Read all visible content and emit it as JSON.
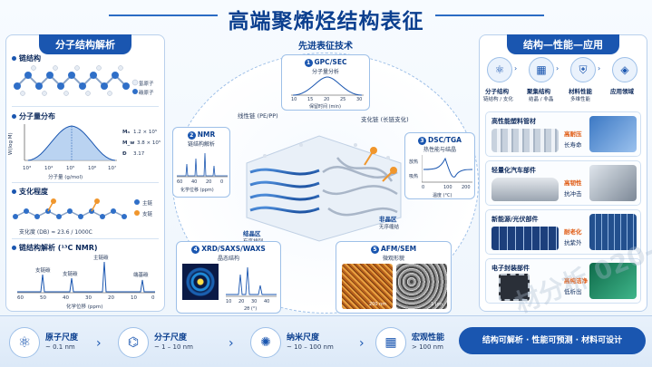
{
  "title": "高端聚烯烃结构表征",
  "left_panel": {
    "header": "分子结构解析",
    "chain": {
      "title": "链结构",
      "legend_h": "氢原子",
      "legend_c": "碳原子"
    },
    "mwd": {
      "title": "分子量分布",
      "ylabel": "W(log M)",
      "xlabel": "分子量 (g/mol)",
      "ticks": [
        "10³",
        "10⁴",
        "10⁵",
        "10⁶",
        "10⁷"
      ],
      "stats": [
        {
          "k": "Mₙ",
          "v": "1.2 × 10⁵"
        },
        {
          "k": "M_w",
          "v": "3.8 × 10⁵"
        },
        {
          "k": "Đ",
          "v": "3.17"
        }
      ]
    },
    "branch": {
      "title": "支化程度",
      "legend_main": "主链",
      "legend_branch": "支链",
      "db": "支化度 (DB) ≈ 23.6 / 1000C"
    },
    "nmr": {
      "title": "链结构解析 (¹³C NMR)",
      "labels": [
        "支链碳",
        "支链碳",
        "主链碳",
        "端基碳"
      ],
      "xlabel": "化学位移 (ppm)",
      "ticks": [
        "60",
        "50",
        "40",
        "30",
        "20",
        "10",
        "0"
      ]
    }
  },
  "center": {
    "header": "先进表征技术",
    "label_linear": "线性链 (PE/PP)",
    "label_branched": "支化链 (长链支化)",
    "label_crystal": "结晶区",
    "label_crystal_sub": "有序排列",
    "label_amorphous": "非晶区",
    "label_amorphous_sub": "无序缠结",
    "gpc": {
      "num": "1",
      "title": "GPC/SEC",
      "sub": "分子量分析",
      "xlabel": "保留时间 (min)",
      "ticks": [
        "10",
        "15",
        "20",
        "25",
        "30"
      ]
    },
    "nmr": {
      "num": "2",
      "title": "NMR",
      "sub": "链结构解析",
      "xlabel": "化学位移 (ppm)",
      "ticks": [
        "60",
        "40",
        "20",
        "0"
      ]
    },
    "dsc": {
      "num": "3",
      "title": "DSC/TGA",
      "sub": "热性能与结晶",
      "xlabel": "温度 (°C)",
      "ylabel_top": "放热",
      "ylabel_bot": "吸热",
      "ticks": [
        "0",
        "100",
        "200"
      ]
    },
    "xrd": {
      "num": "4",
      "title": "XRD/SAXS/WAXS",
      "sub": "晶态结构",
      "xlabel": "2θ (°)",
      "ticks": [
        "10",
        "20",
        "30",
        "40"
      ]
    },
    "afm": {
      "num": "5",
      "title": "AFM/SEM",
      "sub": "微观形貌",
      "scale1": "200 nm",
      "scale2": "1 μm"
    }
  },
  "right_panel": {
    "header": "结构—性能—应用",
    "flow": [
      {
        "t": "分子结构",
        "s": "链结构 / 支化"
      },
      {
        "t": "聚集结构",
        "s": "结晶 / 非晶"
      },
      {
        "t": "材料性能",
        "s": "多维性能"
      },
      {
        "t": "应用领域",
        "s": ""
      }
    ],
    "apps": [
      {
        "name": "高性能塑料管材",
        "props": [
          "高耐压",
          "长寿命"
        ]
      },
      {
        "name": "轻量化汽车部件",
        "props": [
          "高韧性",
          "抗冲击"
        ]
      },
      {
        "name": "新能源/光伏部件",
        "props": [
          "耐老化",
          "抗紫外"
        ]
      },
      {
        "name": "电子封装部件",
        "props": [
          "高纯洁净",
          "低析出"
        ]
      }
    ]
  },
  "bottom": {
    "scales": [
      {
        "t": "原子尺度",
        "s": "~ 0.1 nm"
      },
      {
        "t": "分子尺度",
        "s": "~ 1 – 10 nm"
      },
      {
        "t": "纳米尺度",
        "s": "~ 10 – 100 nm"
      },
      {
        "t": "宏观性能",
        "s": "> 100 nm"
      }
    ],
    "banner": "结构可解析 · 性能可预测 · 材料可设计"
  },
  "watermark": "材分析 020-8216",
  "colors": {
    "primary": "#1a56b0",
    "accent": "#e05a12",
    "branch": "#f0962c"
  }
}
